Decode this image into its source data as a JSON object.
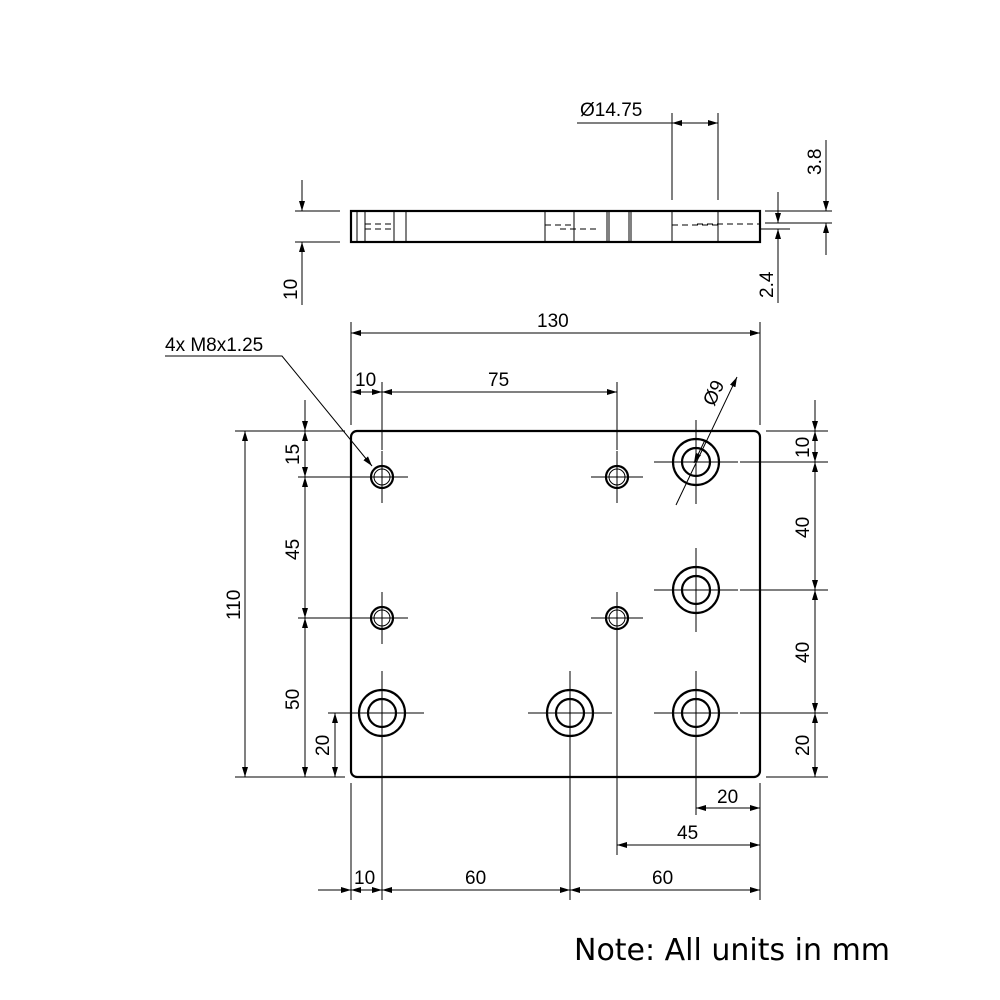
{
  "title_note": "Note: All units in mm",
  "side_view": {
    "thickness": "10",
    "counterbore_diameter": "Ø14.75",
    "counterbore_depth": "3.8",
    "bottom_offset": "2.4"
  },
  "top_view": {
    "thread_callout": "4x M8x1.25",
    "width": "130",
    "height": "110",
    "hole_diameter": "Ø9",
    "top_dims": [
      "10",
      "75"
    ],
    "left_dims": [
      "15",
      "45",
      "50",
      "20"
    ],
    "right_dims": [
      "10",
      "40",
      "40",
      "20"
    ],
    "bottom_right_dims": [
      "20",
      "45"
    ],
    "bottom_dims": [
      "10",
      "60",
      "60"
    ]
  }
}
